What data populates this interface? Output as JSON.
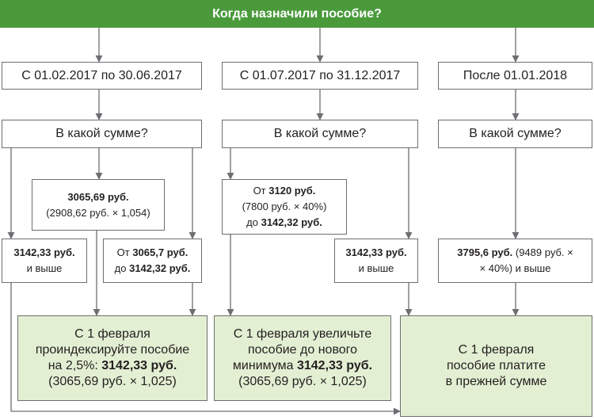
{
  "header": {
    "title": "Когда назначили пособие?"
  },
  "periods": [
    {
      "label": "С 01.02.2017 по 30.06.2017"
    },
    {
      "label": "С 01.07.2017 по 31.12.2017"
    },
    {
      "label": "После 01.01.2018"
    }
  ],
  "questions": [
    {
      "label": "В какой сумме?"
    },
    {
      "label": "В какой сумме?"
    },
    {
      "label": "В какой сумме?"
    }
  ],
  "col1": {
    "calc": {
      "amount": "3065,69 руб.",
      "formula": "(2908,62 руб. × 1,054)"
    },
    "left": {
      "amount": "3142,33 руб.",
      "rest": "и выше"
    },
    "range": {
      "from_prefix": "От ",
      "from_value": "3065,7 руб.",
      "to_prefix": "до ",
      "to_value": "3142,32 руб."
    },
    "result": {
      "line1": "С 1 февраля",
      "line2": "проиндексируйте пособие",
      "line3_prefix": "на 2,5%: ",
      "line3_value": "3142,33 руб.",
      "line4": "(3065,69 руб. × 1,025)"
    }
  },
  "col2": {
    "range": {
      "from_prefix": "От ",
      "from_value": "3120 руб.",
      "formula": "(7800 руб. × 40%)",
      "to_prefix": "до ",
      "to_value": "3142,32 руб."
    },
    "right": {
      "amount": "3142,33 руб.",
      "rest": "и выше"
    },
    "result": {
      "line1": "С 1 февраля увеличьте",
      "line2": "пособие до нового",
      "line3_prefix": "минимума ",
      "line3_value": "3142,33 руб.",
      "line4": "(3065,69 руб. × 1,025)"
    }
  },
  "col3": {
    "amount_box": {
      "amount": "3795,6 руб.",
      "formula1": " (9489 руб. ×",
      "formula2": "× 40%) и выше"
    },
    "result": {
      "line1": "С 1 февраля",
      "line2": "пособие платите",
      "line3": "в прежней сумме"
    }
  },
  "colors": {
    "header": "#4a9a3c",
    "result_fill": "#e3efd3",
    "stroke": "#6d6e71"
  }
}
